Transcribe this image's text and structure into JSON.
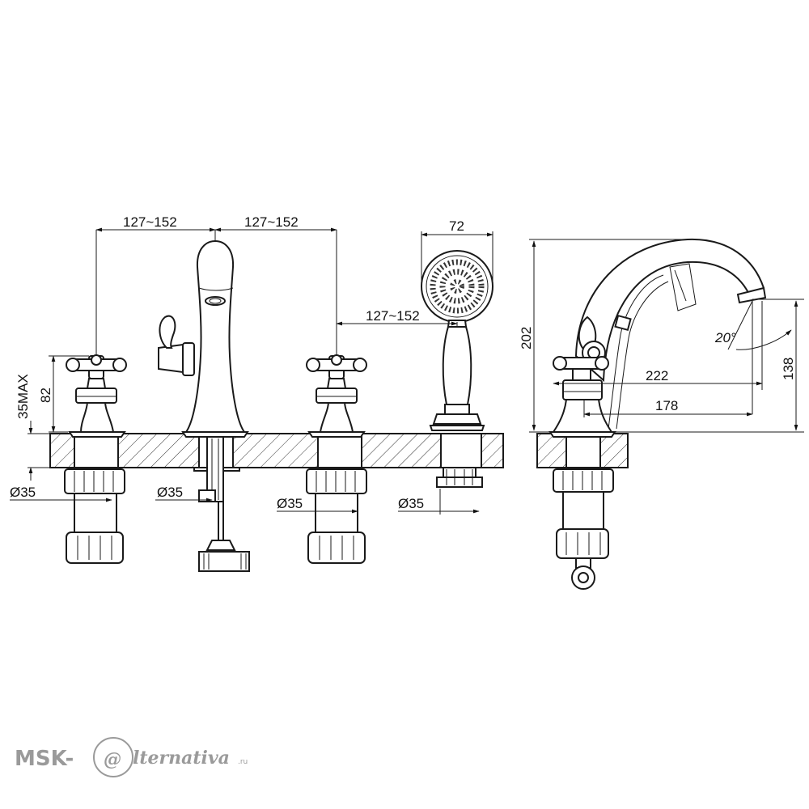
{
  "dimensions": {
    "spacing_left": "127~152",
    "spacing_right": "127~152",
    "spacing_shower": "127~152",
    "handshower_width": "72",
    "mount_max": "35MAX",
    "handle_height": "82",
    "hole_diameter_1": "Ø35",
    "hole_diameter_2": "Ø35",
    "hole_diameter_3": "Ø35",
    "hole_diameter_4": "Ø35",
    "height_total": "202",
    "height_outlet": "138",
    "reach_total": "222",
    "reach_spout": "178",
    "angle": "20°"
  },
  "watermark": {
    "prefix": "MSK-",
    "at": "@",
    "suffix": "lternativa",
    "domain": ".ru"
  }
}
